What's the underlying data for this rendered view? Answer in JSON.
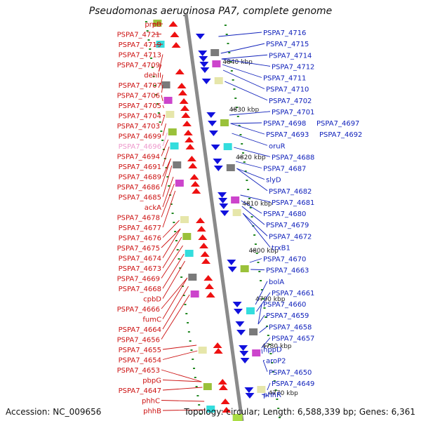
{
  "title": "Pseudomonas aeruginosa PA7, complete genome",
  "footer": {
    "accession": "Accession: NC_009656",
    "topology": "Topology: circular; Length: 6,588,339 bp; Genes: 6,361"
  },
  "colors": {
    "left_label": "#cc1111",
    "left_highlight": "#ee99cc",
    "right_label": "#1122bb",
    "forward_arrow": "#ee1111",
    "reverse_arrow": "#1111dd",
    "backbone": "#8a8a8a",
    "tick": "#228822"
  },
  "scale_marks": [
    {
      "label": "4840 kbp"
    },
    {
      "label": "4830 kbp"
    },
    {
      "label": "4820 kbp"
    },
    {
      "label": "4810 kbp"
    },
    {
      "label": "4800 kbp"
    },
    {
      "label": "4790 kbp"
    },
    {
      "label": "4780 kbp"
    },
    {
      "label": "4770 kbp"
    }
  ],
  "left_genes": [
    {
      "label": "prpB"
    },
    {
      "label": "PSPA7_4721"
    },
    {
      "label": "PSPA7_4719"
    },
    {
      "label": "PSPA7_4713"
    },
    {
      "label": "PSPA7_4709"
    },
    {
      "label": "dehII"
    },
    {
      "label": "PSPA7_4707"
    },
    {
      "label": "PSPA7_4706"
    },
    {
      "label": "PSPA7_4705"
    },
    {
      "label": "PSPA7_4704"
    },
    {
      "label": "PSPA7_4703"
    },
    {
      "label": "PSPA7_4699"
    },
    {
      "label": "PSPA7_4696",
      "highlight": true
    },
    {
      "label": "PSPA7_4694"
    },
    {
      "label": "PSPA7_4691"
    },
    {
      "label": "PSPA7_4689"
    },
    {
      "label": "PSPA7_4686"
    },
    {
      "label": "PSPA7_4685"
    },
    {
      "label": "ackA"
    },
    {
      "label": "PSPA7_4678"
    },
    {
      "label": "PSPA7_4677"
    },
    {
      "label": "PSPA7_4676"
    },
    {
      "label": "PSPA7_4675"
    },
    {
      "label": "PSPA7_4674"
    },
    {
      "label": "PSPA7_4673"
    },
    {
      "label": "PSPA7_4669"
    },
    {
      "label": "PSPA7_4668"
    },
    {
      "label": "cpbD"
    },
    {
      "label": "PSPA7_4666"
    },
    {
      "label": "fumC"
    },
    {
      "label": "PSPA7_4664"
    },
    {
      "label": "PSPA7_4656"
    },
    {
      "label": "PSPA7_4655"
    },
    {
      "label": "PSPA7_4654"
    },
    {
      "label": "PSPA7_4653"
    },
    {
      "label": "pbpG"
    },
    {
      "label": "PSPA7_4647"
    },
    {
      "label": "phhC"
    },
    {
      "label": "phhB"
    }
  ],
  "right_genes": [
    {
      "label": "PSPA7_4716"
    },
    {
      "label": "PSPA7_4715"
    },
    {
      "label": "PSPA7_4714"
    },
    {
      "label": "PSPA7_4712"
    },
    {
      "label": "PSPA7_4711"
    },
    {
      "label": "PSPA7_4710"
    },
    {
      "label": "PSPA7_4702"
    },
    {
      "label": "PSPA7_4701"
    },
    {
      "label": "PSPA7_4698"
    },
    {
      "label": "PSPA7_4697"
    },
    {
      "label": "PSPA7_4693"
    },
    {
      "label": "PSPA7_4692"
    },
    {
      "label": "oruR"
    },
    {
      "label": "PSPA7_4688"
    },
    {
      "label": "PSPA7_4687"
    },
    {
      "label": "slyD"
    },
    {
      "label": "PSPA7_4682"
    },
    {
      "label": "PSPA7_4681"
    },
    {
      "label": "PSPA7_4680"
    },
    {
      "label": "PSPA7_4679"
    },
    {
      "label": "PSPA7_4672"
    },
    {
      "label": "trxB1"
    },
    {
      "label": "PSPA7_4670"
    },
    {
      "label": "PSPA7_4663"
    },
    {
      "label": "bolA"
    },
    {
      "label": "PSPA7_4661"
    },
    {
      "label": "PSPA7_4660"
    },
    {
      "label": "PSPA7_4659"
    },
    {
      "label": "PSPA7_4658"
    },
    {
      "label": "PSPA7_4657"
    },
    {
      "label": "hppD"
    },
    {
      "label": "aroP2"
    },
    {
      "label": "PSPA7_4650"
    },
    {
      "label": "PSPA7_4649"
    },
    {
      "label": "phhR"
    }
  ]
}
